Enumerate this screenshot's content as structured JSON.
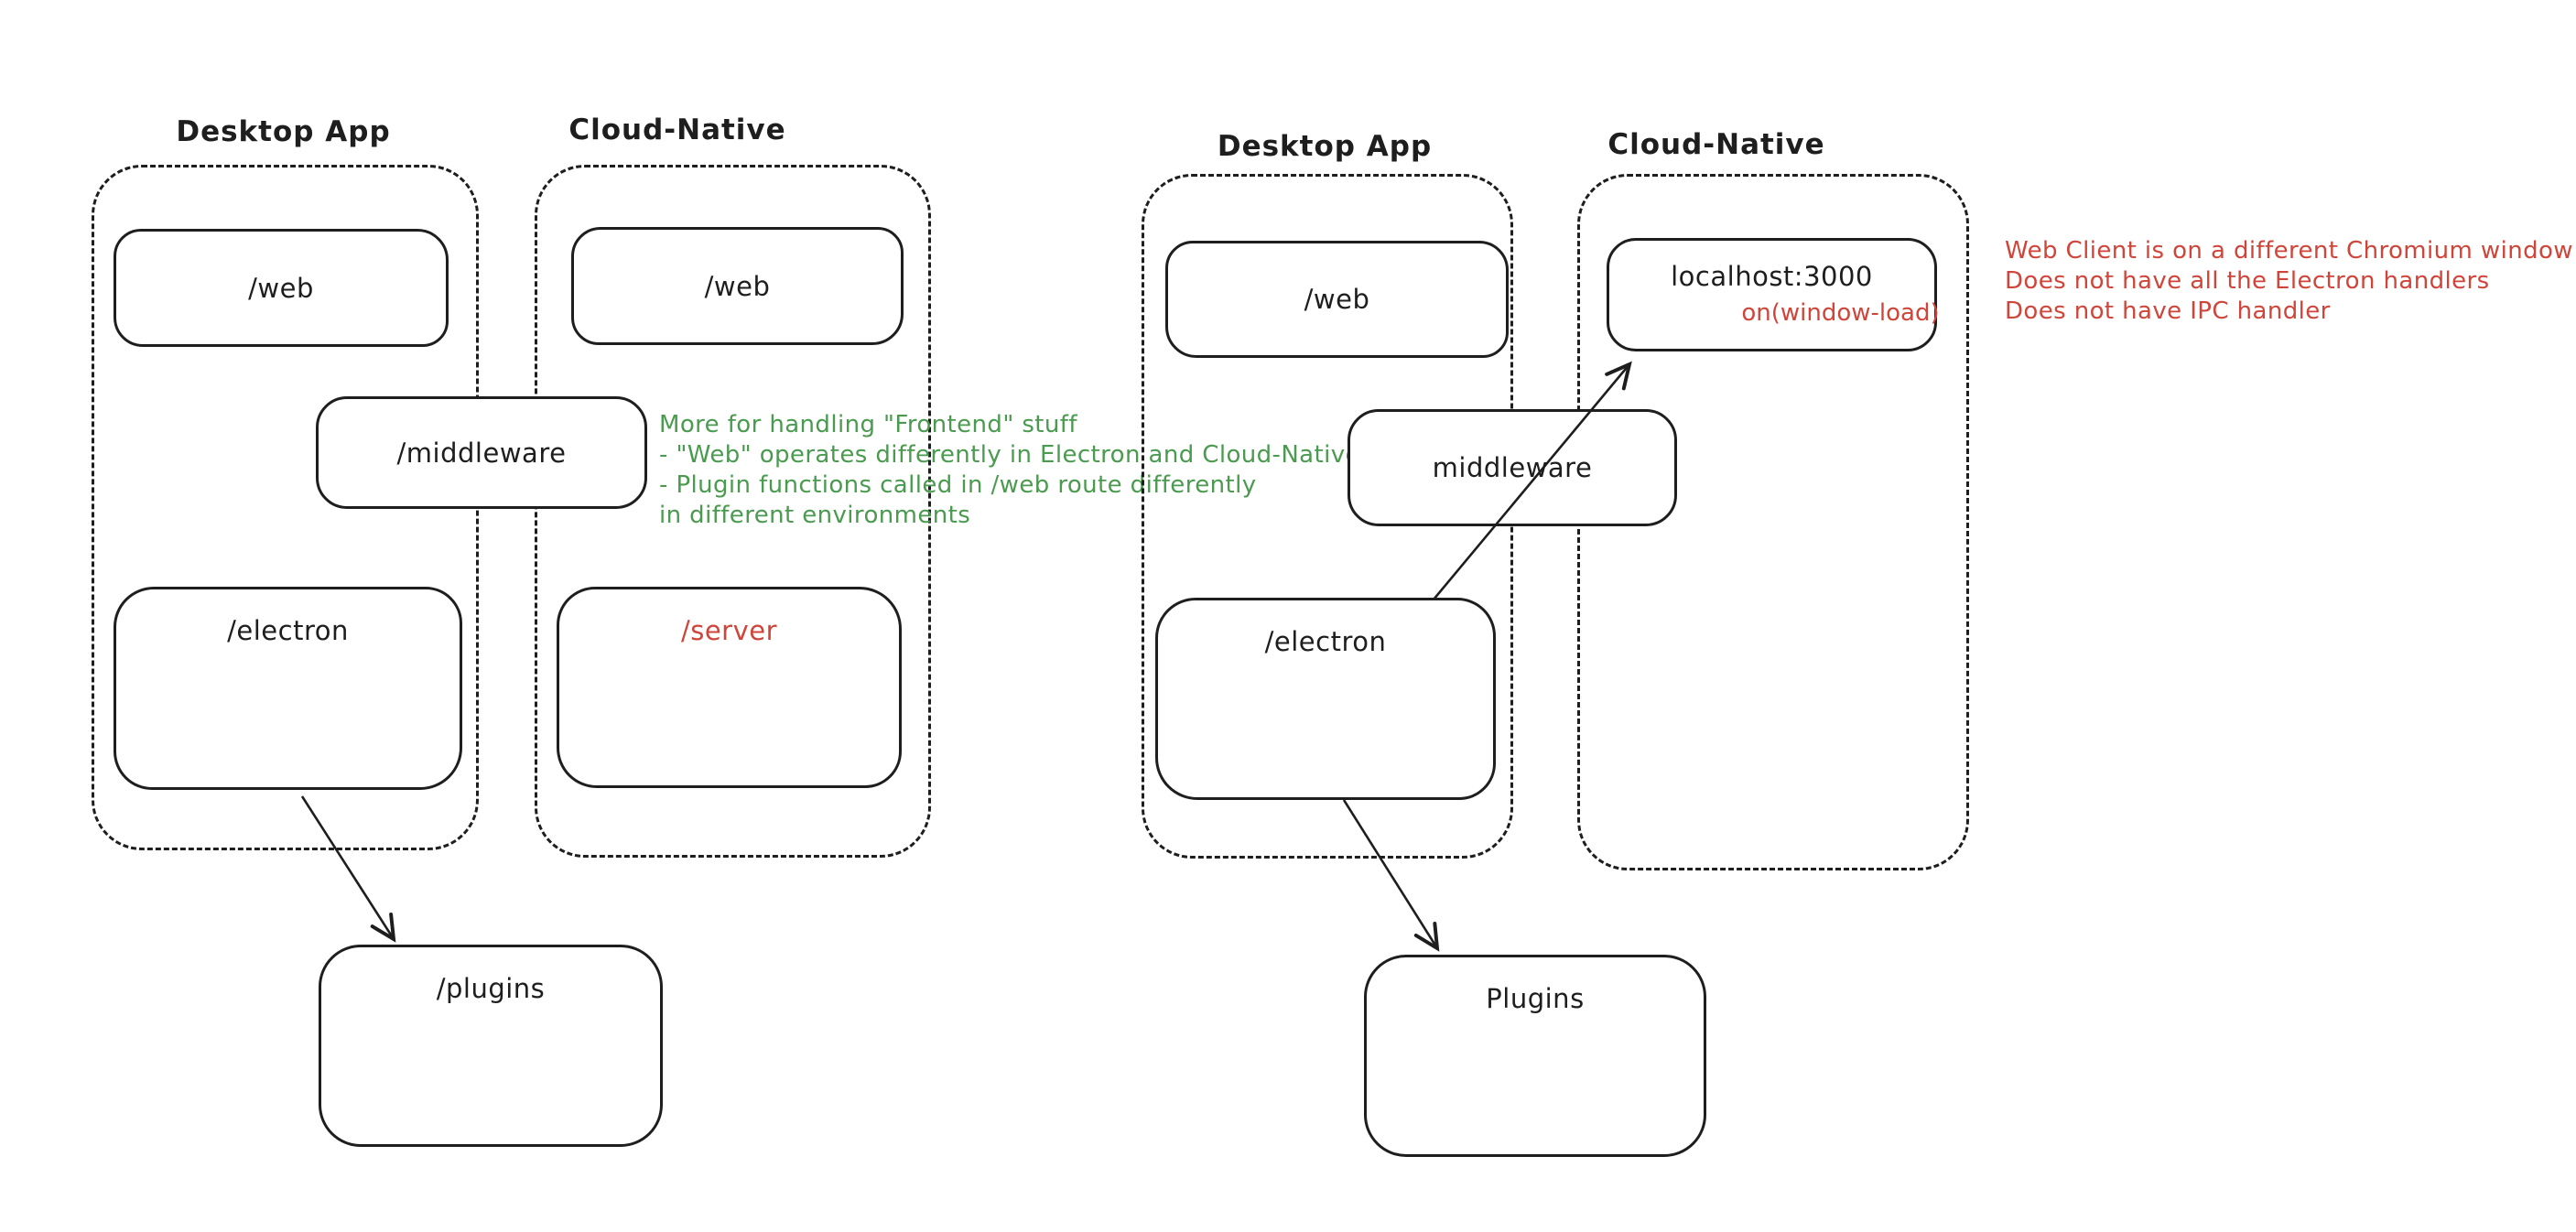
{
  "colors": {
    "ink": "#1e1e1e",
    "red": "#d0453a",
    "green": "#4a9b4f",
    "bg": "#ffffff"
  },
  "left_diagram": {
    "desktop_group_title": "Desktop App",
    "cloud_group_title": "Cloud-Native",
    "nodes": {
      "web_desktop": "/web",
      "web_cloud": "/web",
      "middleware": "/middleware",
      "electron": "/electron",
      "server": "/server",
      "plugins": "/plugins"
    },
    "note_lines": [
      "More for handling \"Frontend\" stuff",
      "- \"Web\" operates differently in Electron and Cloud-Native",
      "- Plugin functions called in /web route differently",
      "in different environments"
    ]
  },
  "right_diagram": {
    "desktop_group_title": "Desktop App",
    "cloud_group_title": "Cloud-Native",
    "nodes": {
      "web": "/web",
      "localhost": "localhost:3000",
      "localhost_event": "on(window-load)",
      "middleware": "middleware",
      "electron": "/electron",
      "plugins": "Plugins"
    },
    "note_lines": [
      "Web Client is on a different Chromium window",
      "Does not have all the Electron handlers",
      "Does not have IPC handler"
    ]
  }
}
